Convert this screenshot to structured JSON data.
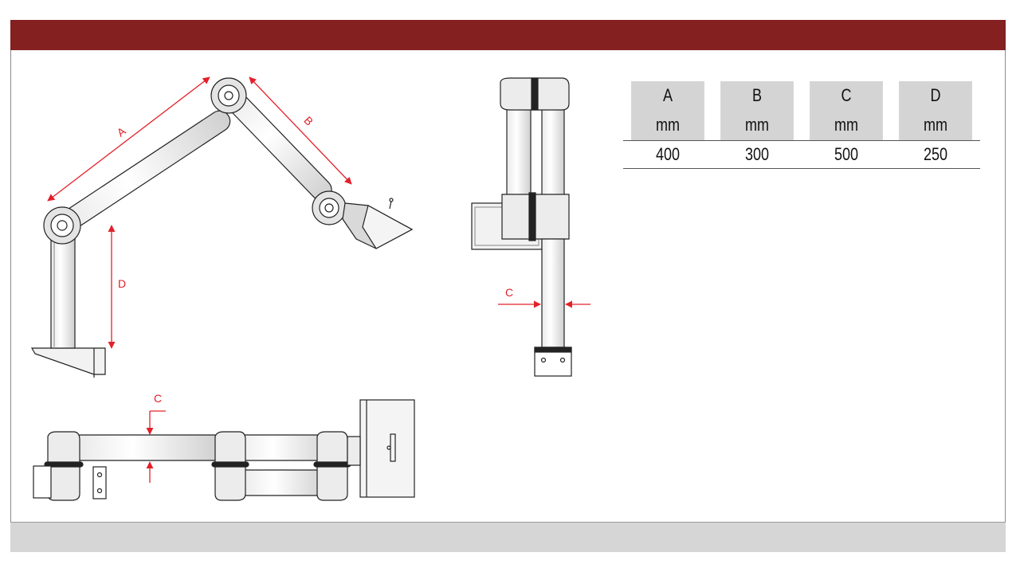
{
  "colors": {
    "header": "#842020",
    "footer": "#d6d6d6",
    "dimension_arrow": "#e3202a"
  },
  "diagram_labels": {
    "side_a": "A",
    "side_b": "B",
    "side_d": "D",
    "front_c": "C",
    "top_c": "C"
  },
  "dimension_table": {
    "headers": [
      "A",
      "B",
      "C",
      "D"
    ],
    "units": [
      "mm",
      "mm",
      "mm",
      "mm"
    ],
    "values": [
      "400",
      "300",
      "500",
      "250"
    ]
  }
}
